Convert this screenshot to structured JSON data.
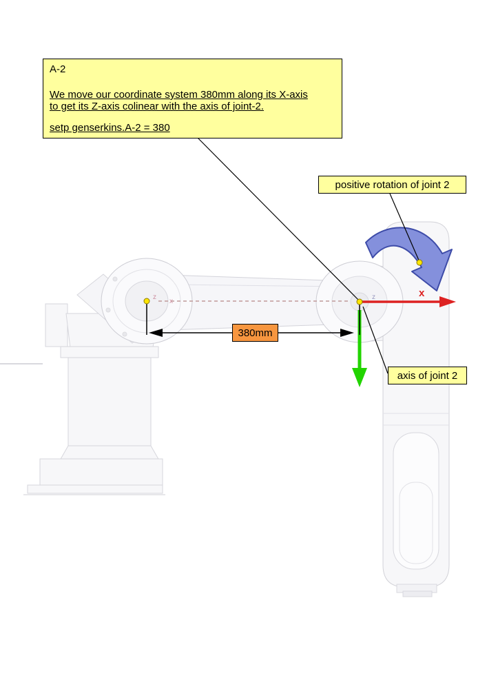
{
  "note_box": {
    "title": "A-2",
    "body_line1": "We move our coordinate system 380mm along its X-axis",
    "body_line2": "to get its Z-axis colinear with the axis of joint-2.",
    "command": "setp genserkins.A-2 = 380"
  },
  "callout_labels": {
    "positive_rotation": "positive rotation of joint 2",
    "axis_of_joint": "axis of joint 2"
  },
  "dimension_label": "380mm",
  "axis_labels": {
    "x_axis": "x",
    "z_right": "z",
    "z_left": "z",
    "x_left": "x"
  },
  "colors": {
    "note_background": "#ffff9e",
    "dimension_background": "#f7963f",
    "x_axis_red": "#dd2222",
    "y_axis_green": "#22d400",
    "rotation_arrow_blue": "#8490dc",
    "rotation_arrow_outline": "#3d4ba8",
    "origin_marker_yellow": "#ffe500"
  }
}
